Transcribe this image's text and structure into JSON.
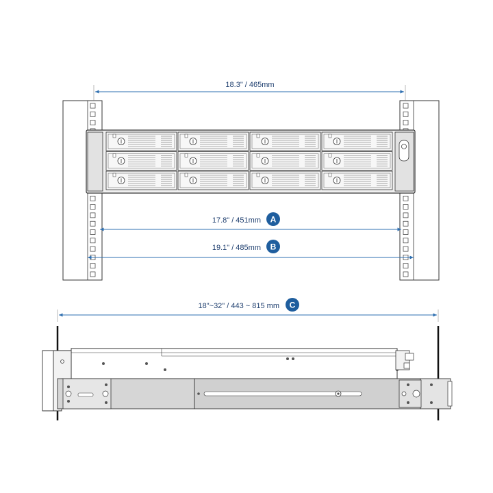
{
  "dimensions": {
    "top_width": "18.3\" / 465mm",
    "width_a": "17.8\" / 451mm",
    "width_b": "19.1\" / 485mm",
    "depth_c": "18\"~32\" / 443 ~ 815 mm"
  },
  "badges": {
    "a": "A",
    "b": "B",
    "c": "C"
  },
  "colors": {
    "dimension_line": "#2e6fb0",
    "badge_fill": "#1f5e9e",
    "outline": "#333333",
    "panel_fill": "#e9e9e9",
    "rail_fill": "#d4d4d4"
  },
  "drive_bays": {
    "rows": 3,
    "columns": 4
  }
}
